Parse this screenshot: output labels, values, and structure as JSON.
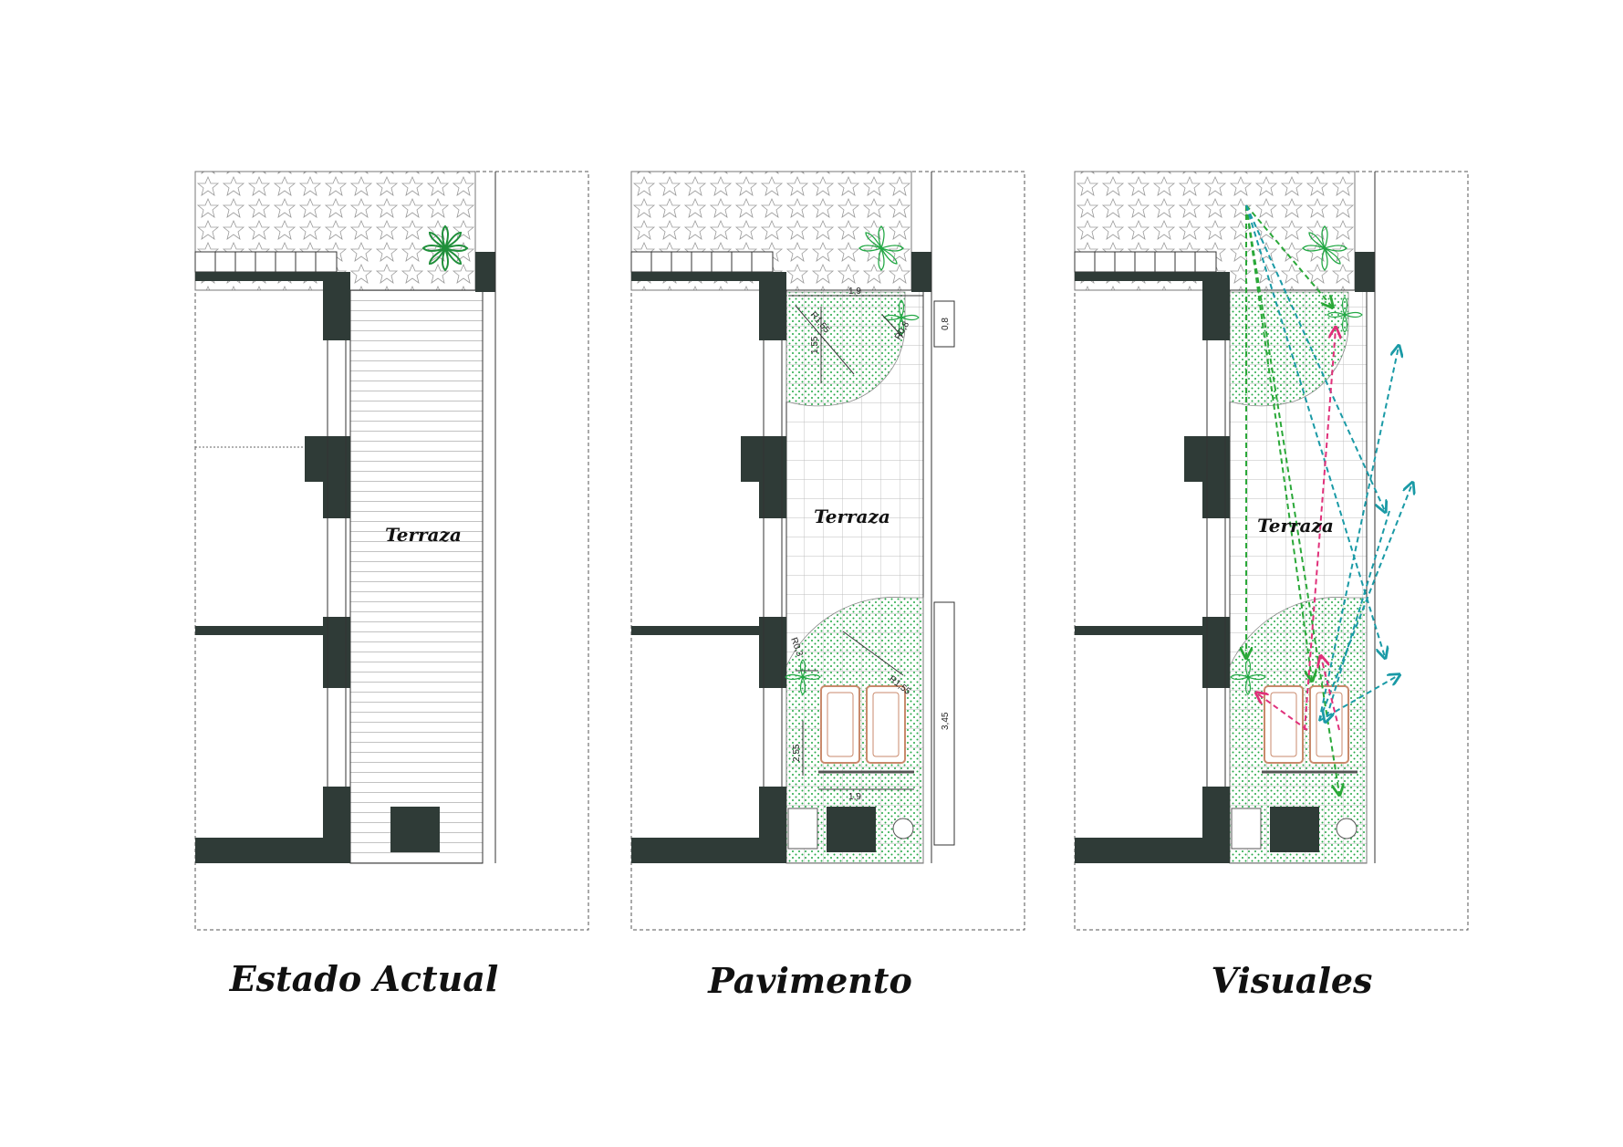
{
  "colors": {
    "wall": "#2f3b37",
    "outline": "#333333",
    "planting": "#23a845",
    "deck_line": "#bbbbbb",
    "grid_line": "#bdbdbd",
    "lounger": "#c98a6c",
    "sightline_green": "#2aa838",
    "sightline_teal": "#1a9aa6",
    "sightline_pink": "#e0307a"
  },
  "panels": [
    {
      "caption": "Estado Actual",
      "room_label": "Terraza",
      "floor": "deck"
    },
    {
      "caption": "Pavimento",
      "room_label": "Terraza",
      "floor": "grid",
      "dimensions": {
        "top_width": "1,9",
        "upper_radius": "R1,55",
        "upper_depth": "1,55",
        "plant_radius": "R0,8",
        "side_upper": "0,8",
        "lower_small_radius": "R0,3",
        "lower_radius": "R1,55",
        "lower_depth": "2,55",
        "side_lower": "3,45",
        "bottom_width": "1,9"
      }
    },
    {
      "caption": "Visuales",
      "room_label": "Terraza",
      "floor": "grid",
      "sightlines": true
    }
  ]
}
